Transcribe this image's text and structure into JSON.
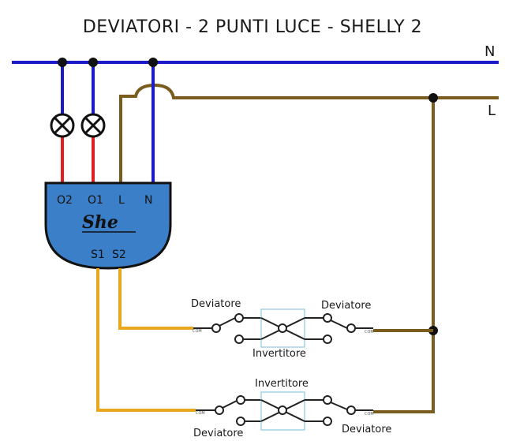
{
  "title": "DEVIATORI - 2 PUNTI LUCE - SHELLY 2",
  "lines": {
    "neutral": "N",
    "live": "L"
  },
  "device": {
    "terminals_top": [
      "O2",
      "O1",
      "L",
      "N"
    ],
    "logo": "She",
    "terminals_bottom": [
      "S1",
      "S2"
    ]
  },
  "circuit_upper": {
    "left_switch": "Deviatore",
    "right_switch": "Deviatore",
    "middle": "Invertitore"
  },
  "circuit_lower": {
    "left_switch": "Deviatore",
    "right_switch": "Deviatore",
    "middle": "Invertitore"
  },
  "com_label": "COM",
  "colors": {
    "neutral": "#1a1ac8",
    "live": "#7a5c1e",
    "output": "#e02020",
    "switch_wire": "#e8a81e",
    "device": "#3a7fc8"
  }
}
